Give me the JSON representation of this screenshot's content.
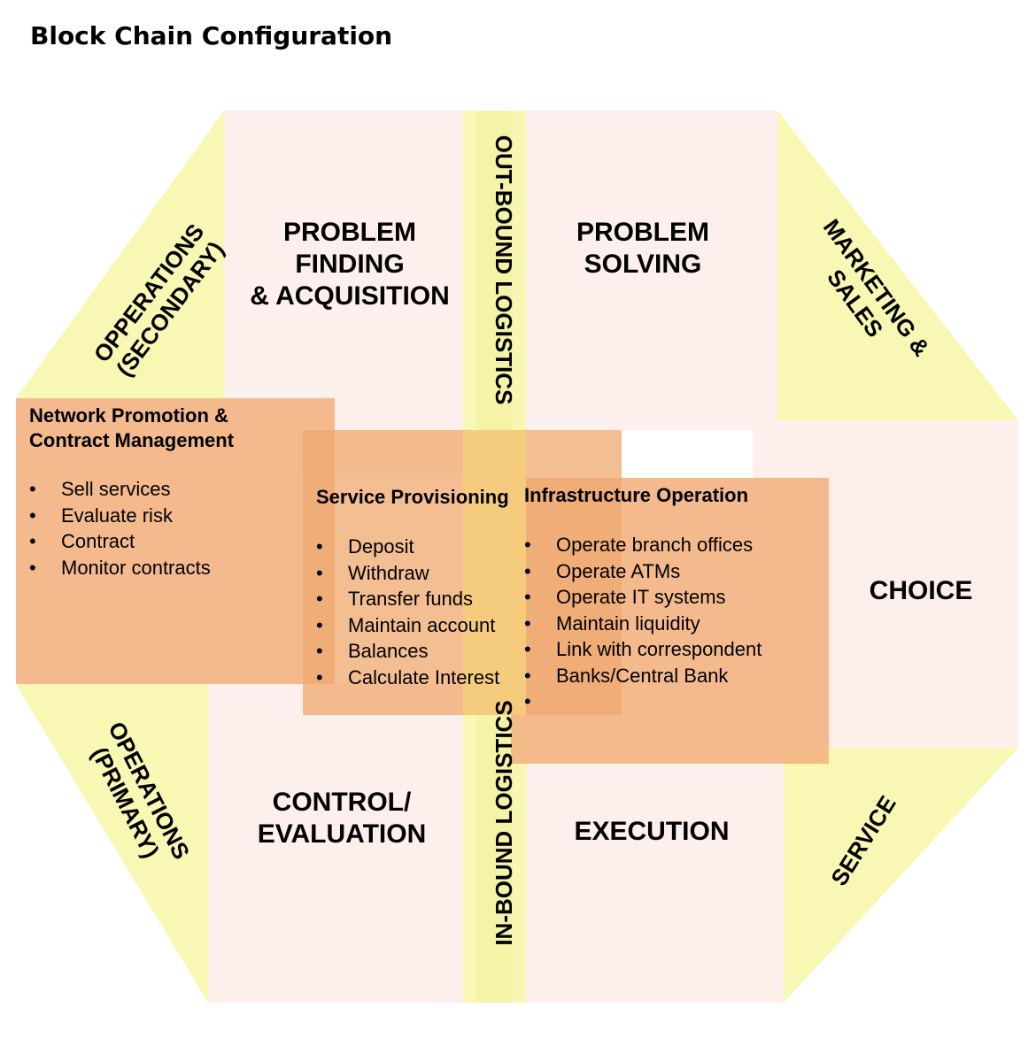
{
  "title": "Block Chain Configuration",
  "quadrants": {
    "top_left": "PROBLEM\nFINDING\n& ACQUISITION",
    "top_right": "PROBLEM\nSOLVING",
    "right": "CHOICE",
    "bottom_left": "CONTROL/\nEVALUATION",
    "bottom_right": "EXECUTION"
  },
  "sides": {
    "out_bound": "OUT-BOUND LOGISTICS",
    "in_bound": "IN-BOUND LOGISTICS",
    "operations_secondary": "OPPERATIONS\n(SECONDARY)",
    "operations_primary": "OPERATIONS\n(PRIMARY)",
    "marketing": "MARKETING & SALES",
    "service": "SERVICE"
  },
  "boxes": {
    "network": {
      "title": "Network Promotion &\nContract Management",
      "items": [
        "Sell services",
        "Evaluate risk",
        "Contract",
        "Monitor contracts"
      ]
    },
    "service_provisioning": {
      "title": "Service Provisioning",
      "items": [
        "Deposit",
        "Withdraw",
        "Transfer funds",
        "Maintain account",
        "Balances",
        "Calculate Interest"
      ]
    },
    "infrastructure": {
      "title": "Infrastructure Operation",
      "items": [
        "Operate branch offices",
        "Operate ATMs",
        "Operate IT systems",
        "Maintain liquidity",
        "Link with correspondent",
        "Banks/Central Bank",
        ""
      ]
    }
  },
  "colors": {
    "yellow": "#f8f7b4",
    "pink": "#fdf0ec",
    "orange_box": "#f3b484",
    "center_yellow": "#f6cf7c"
  }
}
